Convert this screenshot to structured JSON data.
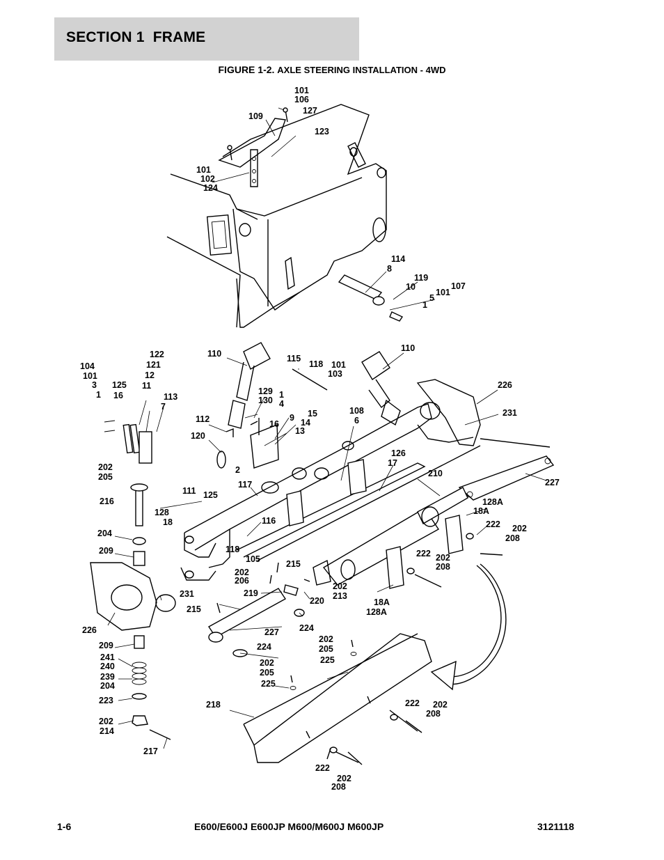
{
  "header": {
    "section_title": "SECTION 1  FRAME",
    "figure_label": "FIGURE 1-2.",
    "figure_title": "AXLE STEERING INSTALLATION - 4WD"
  },
  "callouts": [
    "101",
    "106",
    "127",
    "109",
    "123",
    "101",
    "102",
    "124",
    "114",
    "8",
    "119",
    "10",
    "107",
    "101",
    "5",
    "1",
    "110",
    "115",
    "118",
    "101",
    "103",
    "110",
    "226",
    "122",
    "121",
    "104",
    "101",
    "3",
    "1",
    "12",
    "11",
    "125",
    "16",
    "113",
    "7",
    "129",
    "130",
    "1",
    "4",
    "16",
    "9",
    "15",
    "14",
    "13",
    "112",
    "120",
    "108",
    "6",
    "231",
    "2",
    "117",
    "126",
    "17",
    "202",
    "205",
    "216",
    "111",
    "125",
    "128",
    "18",
    "210",
    "227",
    "116",
    "128A",
    "18A",
    "204",
    "222",
    "202",
    "208",
    "118",
    "209",
    "105",
    "215",
    "202",
    "206",
    "222",
    "202",
    "208",
    "219",
    "202",
    "213",
    "231",
    "215",
    "220",
    "18A",
    "128A",
    "226",
    "227",
    "224",
    "224",
    "209",
    "202",
    "205",
    "225",
    "241",
    "240",
    "239",
    "204",
    "202",
    "205",
    "225",
    "223",
    "218",
    "222",
    "202",
    "208",
    "202",
    "214",
    "217",
    "222",
    "202",
    "208"
  ],
  "footer": {
    "page": "1-6",
    "models": "E600/E600J E600JP M600/M600J M600JP",
    "doc_number": "3121118"
  }
}
